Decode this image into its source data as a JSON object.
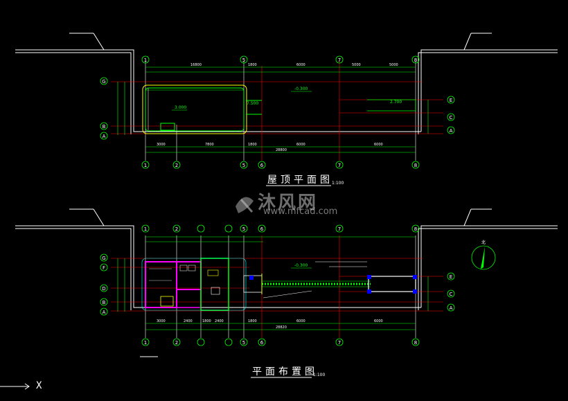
{
  "drawing": {
    "roof_plan_title": "屋顶平面图",
    "roof_plan_scale": "1:100",
    "layout_plan_title": "平面布置图",
    "layout_plan_scale": "1:100",
    "axis_top": [
      "1",
      "5",
      "7",
      "8"
    ],
    "axis_bottom": [
      "1",
      "2",
      "5",
      "6",
      "7",
      "8"
    ],
    "axis_left_roof": [
      "G",
      "B",
      "A"
    ],
    "axis_right_roof": [
      "E",
      "C",
      "A"
    ],
    "axis_left_plan": [
      "G",
      "F",
      "D",
      "B",
      "A"
    ],
    "axis_right_plan": [
      "E",
      "C",
      "A"
    ],
    "dims_top_roof": [
      "16800",
      "1800",
      "6000",
      "5000",
      "5000"
    ],
    "dims_bottom_roof": [
      "3000",
      "7800",
      "1800",
      "6000",
      "6000"
    ],
    "total_dim_roof": "28800",
    "dims_bottom_plan": [
      "3000",
      "2400",
      "1800",
      "2400",
      "1800",
      "6000",
      "6000"
    ],
    "total_dim_plan": "28820",
    "elevation_1": "-0.300",
    "elevation_2": "3.000",
    "elevation_3": "7.500",
    "elevation_4": "2.700",
    "elevation_5": "-0.300",
    "north_label": "北",
    "command_prompt": "X"
  },
  "watermark": {
    "brand": "沐风网",
    "url": "www.mfcad.com"
  },
  "colors": {
    "background": "#000000",
    "line_white": "#ffffff",
    "line_green": "#00ff00",
    "line_red": "#ff0000",
    "line_magenta": "#ff00ff",
    "line_yellow": "#ffff00",
    "line_cyan": "#00ffff",
    "line_blue": "#0000ff"
  }
}
